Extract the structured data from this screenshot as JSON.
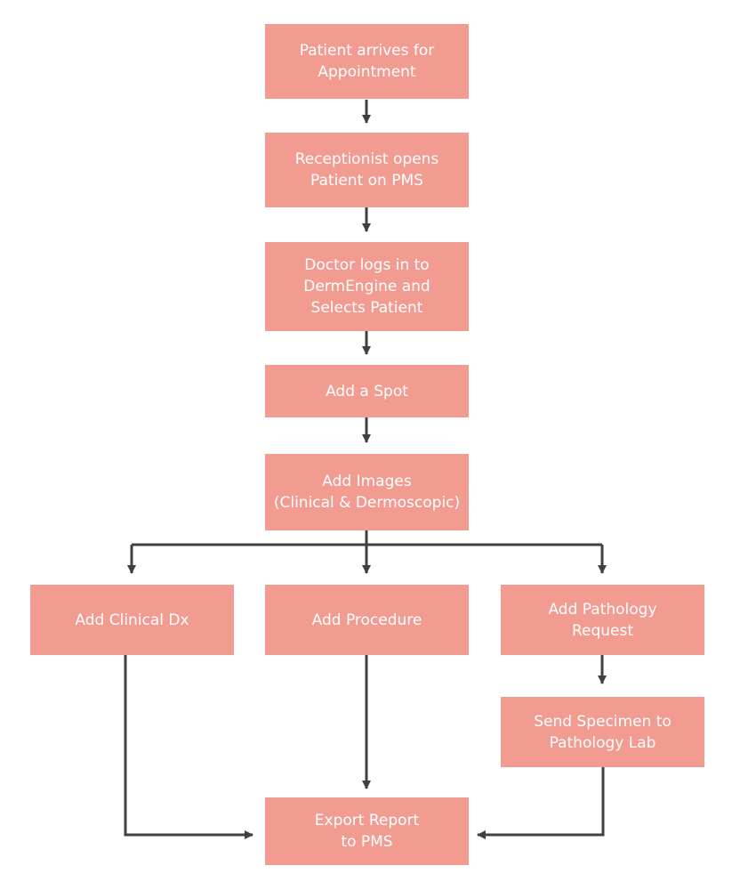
{
  "colors": {
    "node_fill": "#f29b91",
    "node_text": "#ffffff",
    "connector": "#404040",
    "background": "#ffffff"
  },
  "nodes": {
    "patient_arrives": "Patient arrives for\nAppointment",
    "receptionist_opens": "Receptionist opens\nPatient on PMS",
    "doctor_logs_in": "Doctor logs in to\nDermEngine and\nSelects Patient",
    "add_spot": "Add a Spot",
    "add_images": "Add Images\n(Clinical & Dermoscopic)",
    "add_clinical_dx": "Add Clinical Dx",
    "add_procedure": "Add Procedure",
    "add_pathology_request": "Add Pathology\nRequest",
    "send_specimen": "Send Specimen to\nPathology Lab",
    "export_report": "Export Report\nto PMS"
  }
}
